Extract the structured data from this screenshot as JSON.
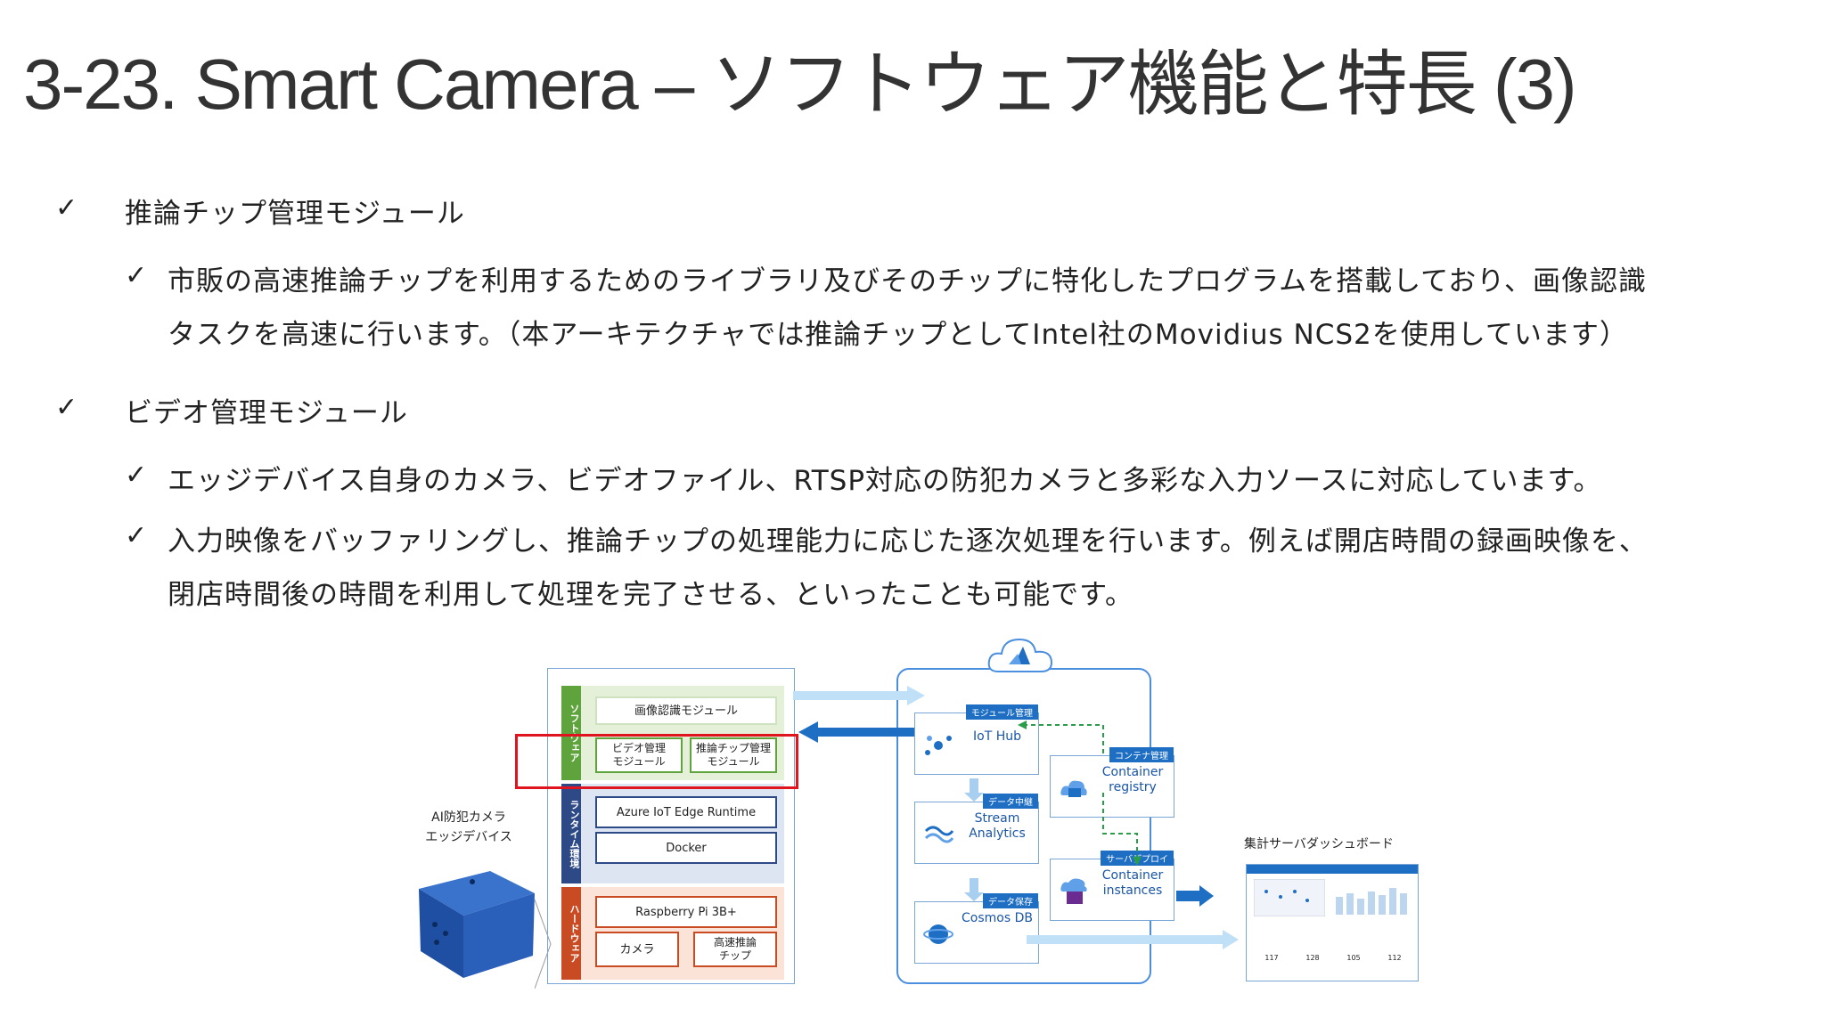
{
  "title": "3-23. Smart Camera – ソフトウェア機能と特長 (3)",
  "bullets": [
    {
      "heading": "推論チップ管理モジュール",
      "items": [
        {
          "lines": [
            "市販の高速推論チップを利用するためのライブラリ及びそのチップに特化したプログラムを搭載しており、画像認識",
            "タスクを高速に行います。（本アーキテクチャでは推論チップとしてIntel社のMovidius NCS2を使用しています）"
          ]
        }
      ]
    },
    {
      "heading": "ビデオ管理モジュール",
      "items": [
        {
          "lines": [
            "エッジデバイス自身のカメラ、ビデオファイル、RTSP対応の防犯カメラと多彩な入力ソースに対応しています。"
          ]
        },
        {
          "lines": [
            "入力映像をバッファリングし、推論チップの処理能力に応じた逐次処理を行います。例えば開店時間の録画映像を、",
            "閉店時間後の時間を利用して処理を完了させる、といったことも可能です。"
          ]
        }
      ]
    }
  ],
  "check": "✓",
  "diagram": {
    "device_label_1": "AI防犯カメラ",
    "device_label_2": "エッジデバイス",
    "layers": {
      "software": "ソフトウェア",
      "runtime": "ランタイム環境",
      "hardware": "ハードウェア"
    },
    "image_module": "画像認識モジュール",
    "video_module": "ビデオ管理\nモジュール",
    "chip_module": "推論チップ管理\nモジュール",
    "runtime": "Azure IoT Edge Runtime",
    "docker": "Docker",
    "raspberry": "Raspberry Pi 3B+",
    "camera": "カメラ",
    "fast_chip": "高速推論\nチップ",
    "services": [
      {
        "tag": "モジュール管理",
        "name": "IoT Hub",
        "icon": "iot-hub-icon"
      },
      {
        "tag": "データ中継",
        "name": "Stream\nAnalytics",
        "icon": "stream-analytics-icon"
      },
      {
        "tag": "データ保存",
        "name": "Cosmos\nDB",
        "icon": "cosmos-db-icon"
      },
      {
        "tag": "コンテナ管理",
        "name": "Container\nregistry",
        "icon": "container-registry-icon"
      },
      {
        "tag": "サーバデプロイ",
        "name": "Container\ninstances",
        "icon": "container-instances-icon"
      }
    ],
    "dashboard_label": "集計サーバダッシュボード",
    "dashboard_values": [
      "117",
      "128",
      "105",
      "112"
    ],
    "highlight_color": "#e0141e"
  }
}
